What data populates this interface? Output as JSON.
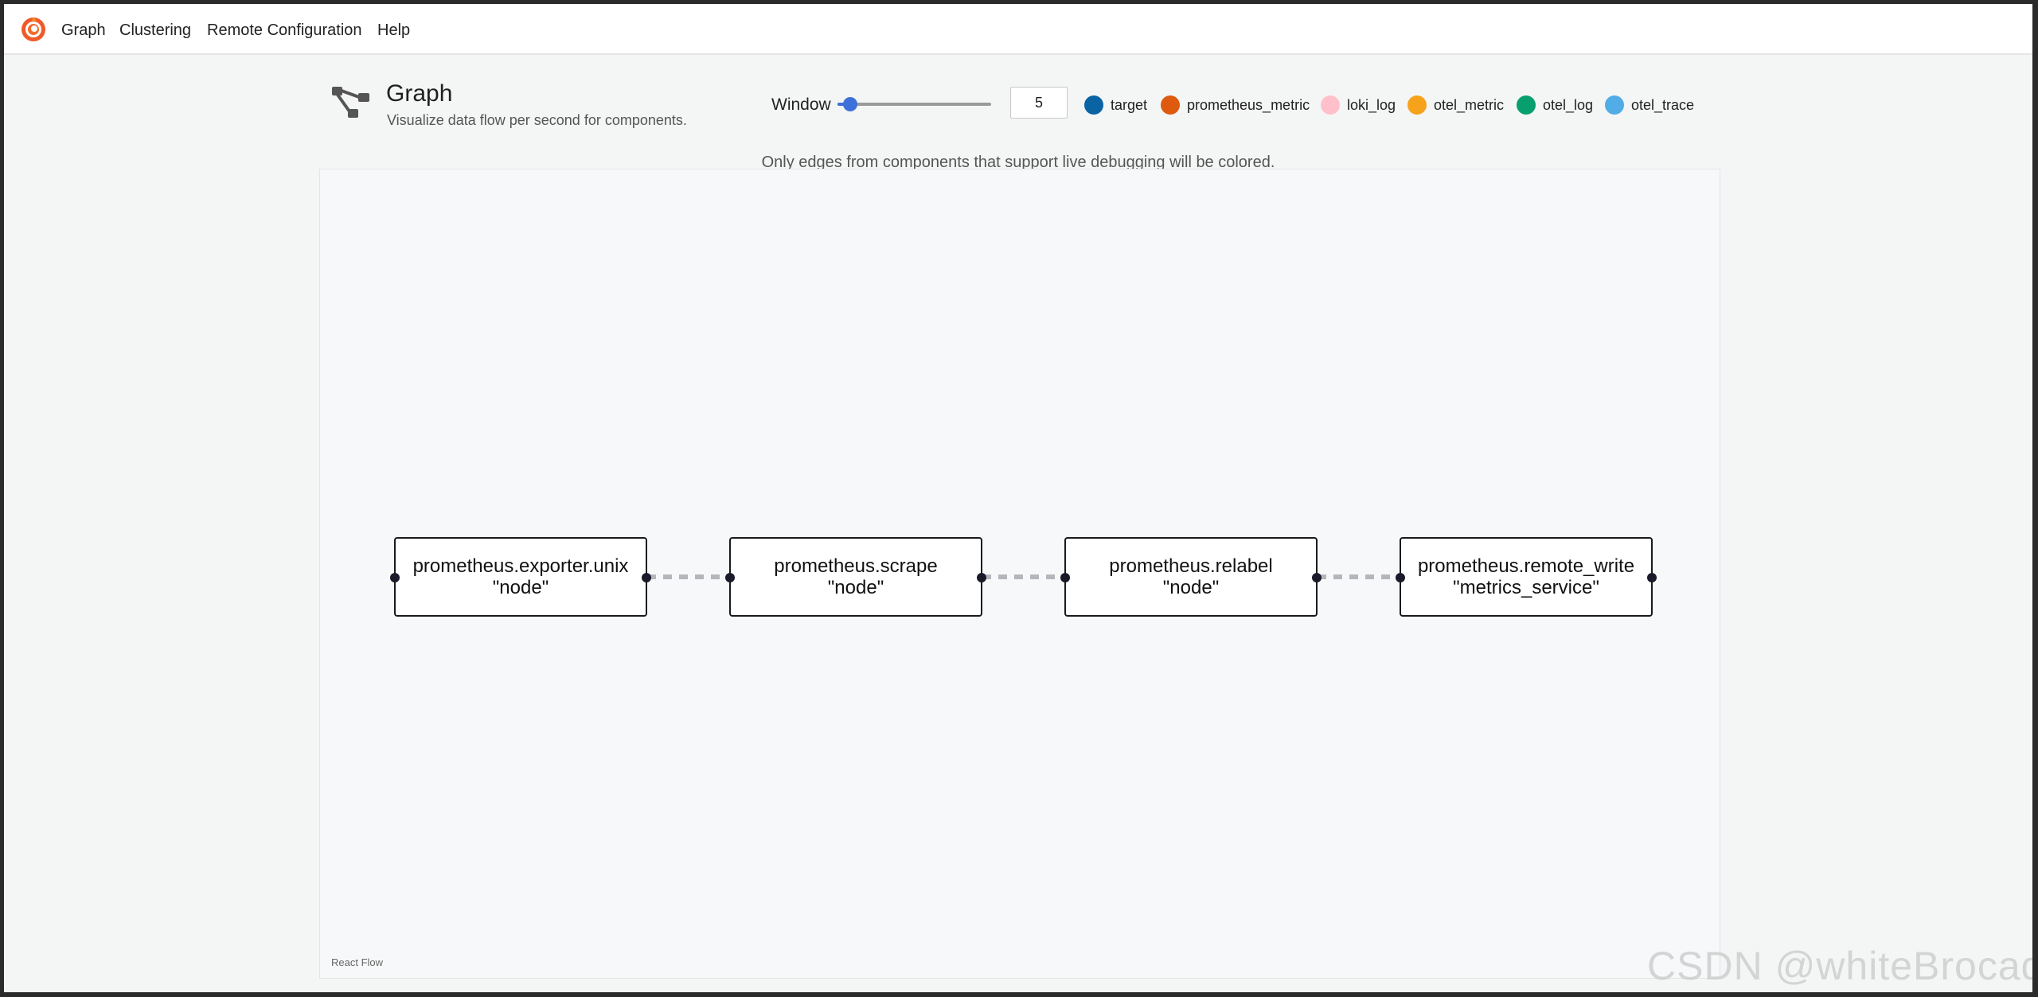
{
  "navbar": {
    "logo": "grafana-logo-icon",
    "items": [
      {
        "label": "Graph"
      },
      {
        "label": "Clustering"
      },
      {
        "label": "Remote Configuration"
      },
      {
        "label": "Help"
      }
    ]
  },
  "header": {
    "icon": "graph-icon",
    "title": "Graph",
    "subtitle": "Visualize data flow per second for components."
  },
  "window_control": {
    "label": "Window",
    "value": "5",
    "slider_fraction": 0.04
  },
  "legend": [
    {
      "label": "target",
      "color": "#0a64a4"
    },
    {
      "label": "prometheus_metric",
      "color": "#dd5a0f"
    },
    {
      "label": "loki_log",
      "color": "#ffc0cb"
    },
    {
      "label": "otel_metric",
      "color": "#f7a21b"
    },
    {
      "label": "otel_log",
      "color": "#079f6e"
    },
    {
      "label": "otel_trace",
      "color": "#52ace6"
    }
  ],
  "hint": "Only edges from components that support live debugging will be colored.",
  "graph": {
    "nodes": [
      {
        "line1": "prometheus.exporter.unix",
        "line2": "\"node\""
      },
      {
        "line1": "prometheus.scrape",
        "line2": "\"node\""
      },
      {
        "line1": "prometheus.relabel",
        "line2": "\"node\""
      },
      {
        "line1": "prometheus.remote_write",
        "line2": "\"metrics_service\""
      }
    ],
    "attribution": "React Flow"
  },
  "watermark": "CSDN @whiteBrocade",
  "colors": {
    "accent": "#3d71d9",
    "edge": "#b3b6bb",
    "logo": "#f05a28"
  }
}
